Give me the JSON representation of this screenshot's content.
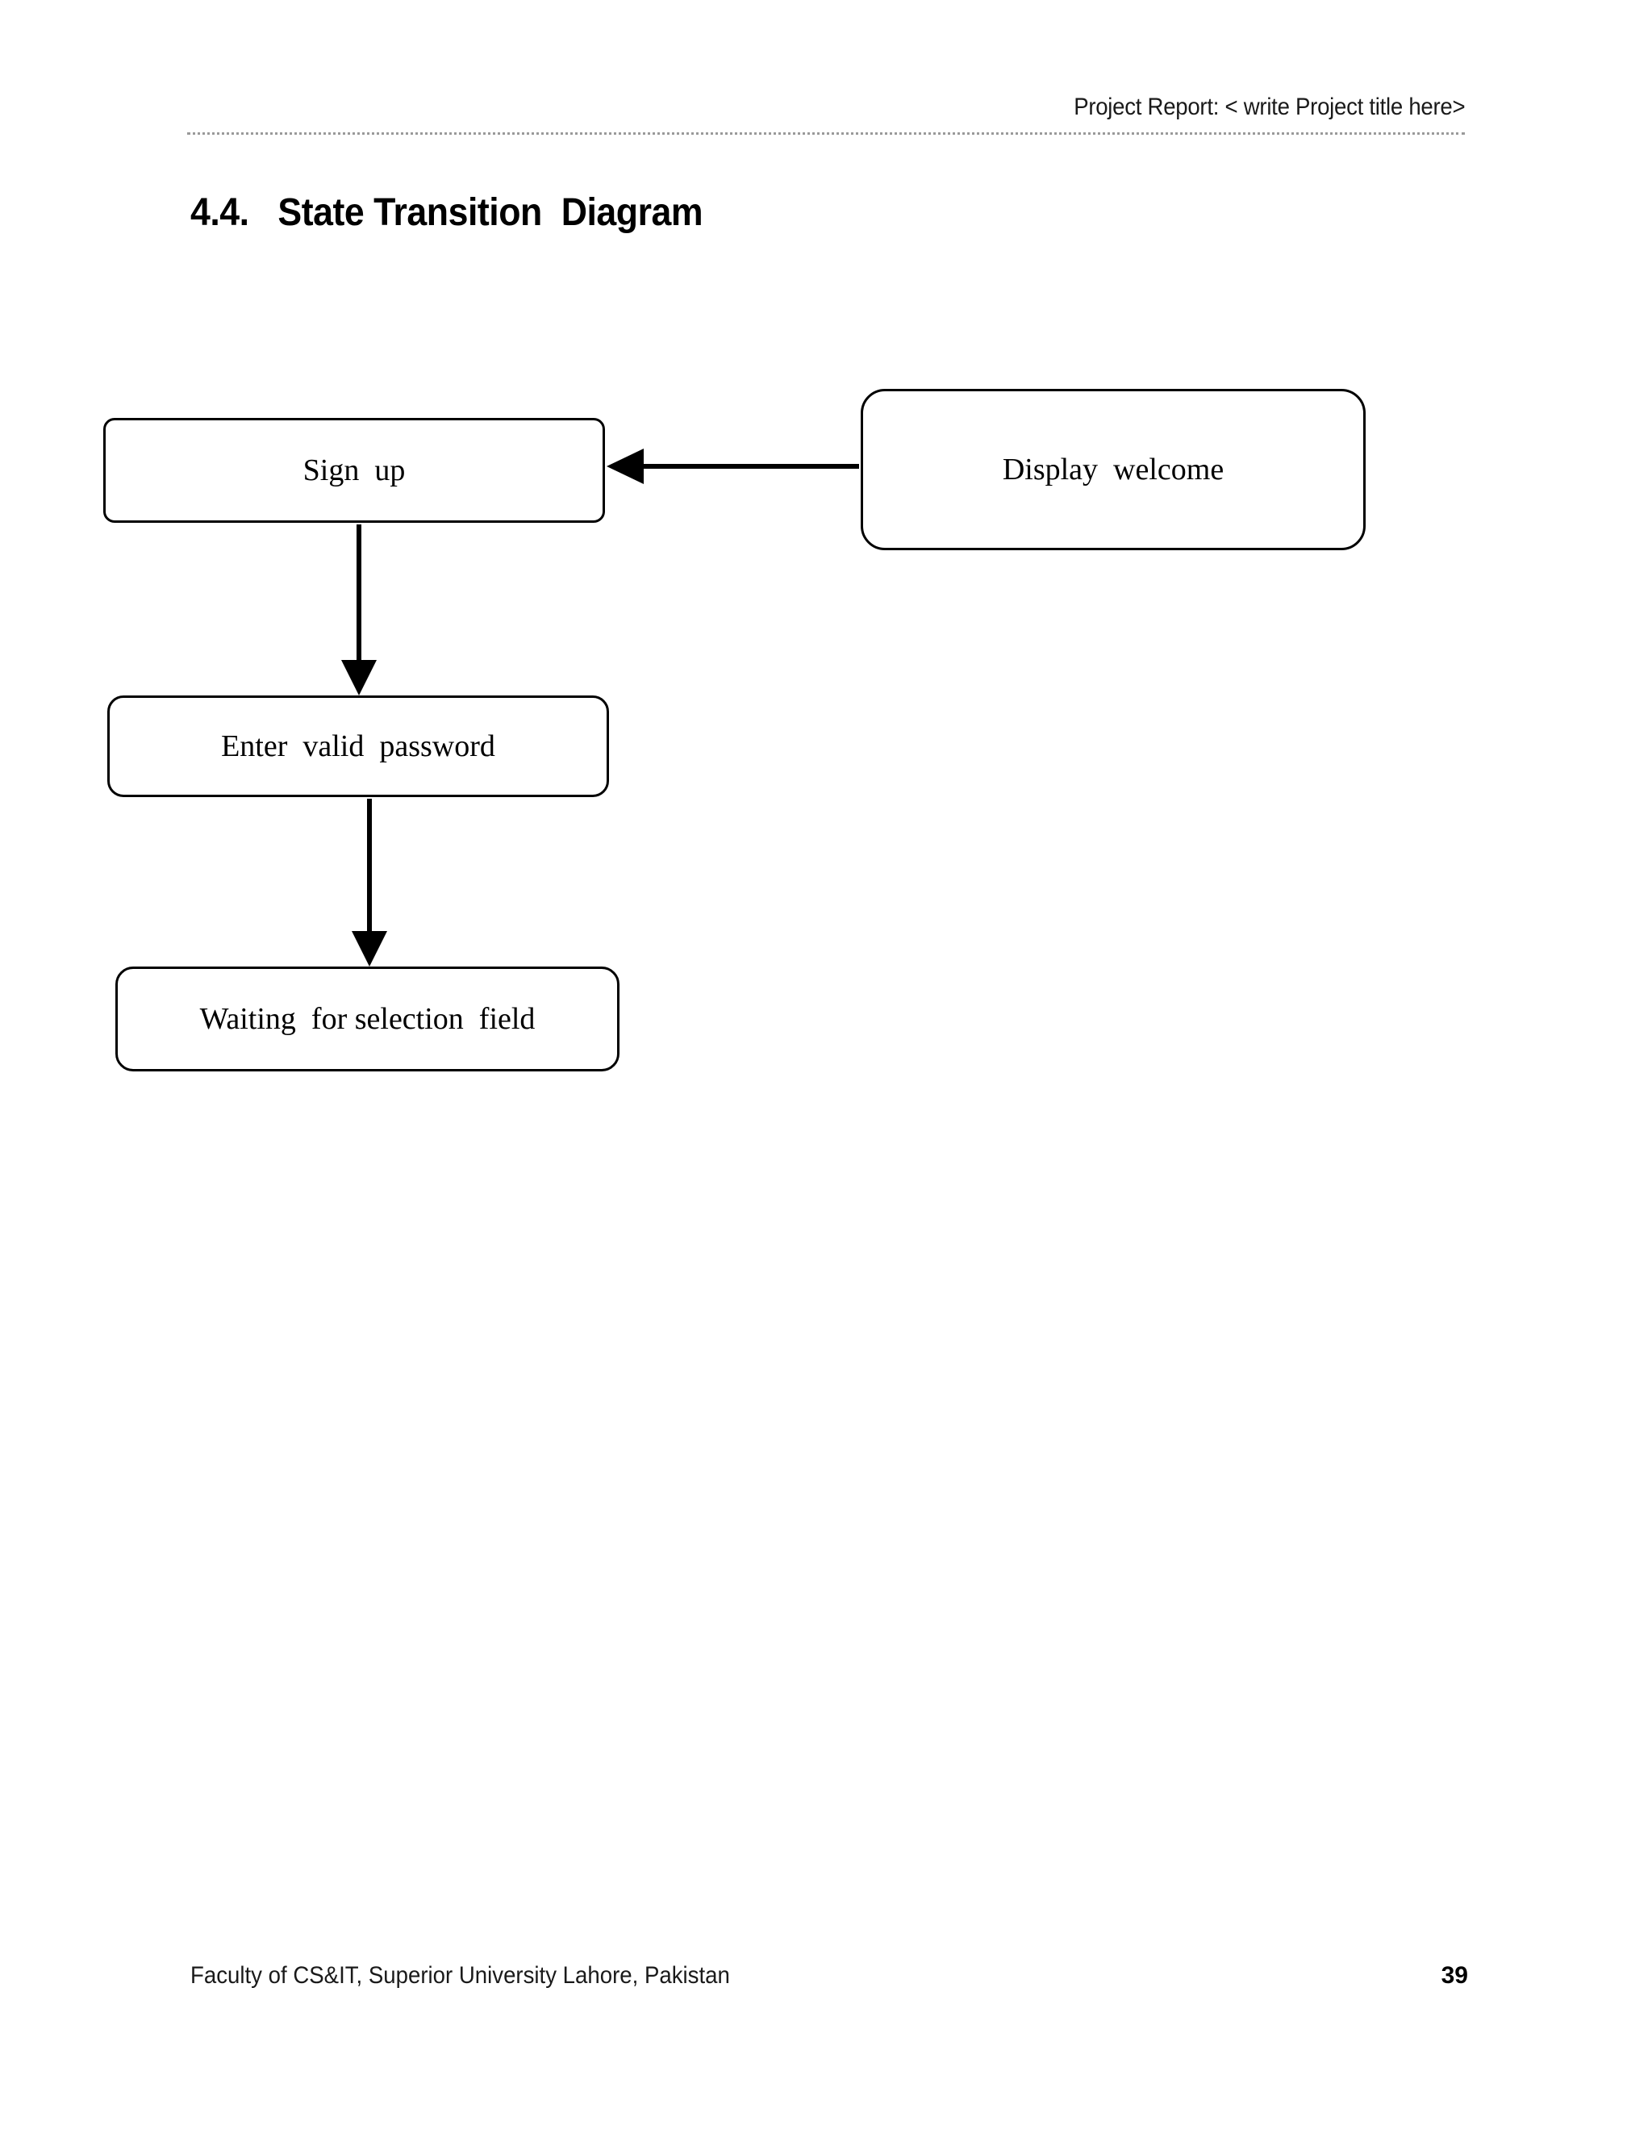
{
  "header": {
    "title": "Project Report: < write Project title here>"
  },
  "section": {
    "number": "4.4.",
    "title": "State Transition  Diagram",
    "full_heading": "4.4.   State Transition  Diagram"
  },
  "diagram": {
    "type": "state-transition-diagram",
    "states": [
      {
        "id": "signup",
        "label": "Sign  up"
      },
      {
        "id": "display_welcome",
        "label": "Display  welcome"
      },
      {
        "id": "enter_valid_password",
        "label": "Enter  valid  password"
      },
      {
        "id": "waiting_for_selection_field",
        "label": "Waiting  for selection  field"
      }
    ],
    "transitions": [
      {
        "from": "display_welcome",
        "to": "signup",
        "direction": "left",
        "label": ""
      },
      {
        "from": "signup",
        "to": "enter_valid_password",
        "direction": "down",
        "label": ""
      },
      {
        "from": "enter_valid_password",
        "to": "waiting_for_selection_field",
        "direction": "down",
        "label": ""
      }
    ],
    "stroke_color": "#000000",
    "fill_color": "#ffffff"
  },
  "footer": {
    "text": "Faculty of CS&IT, Superior University Lahore, Pakistan",
    "page_number": "39"
  }
}
